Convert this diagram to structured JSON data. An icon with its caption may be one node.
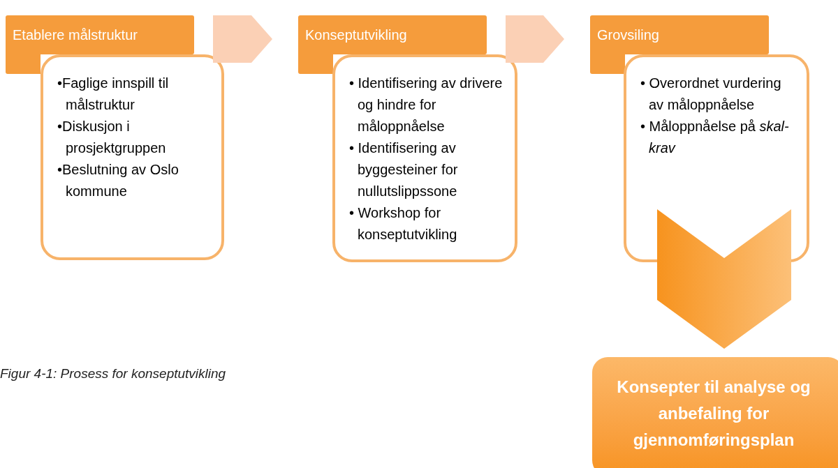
{
  "diagram": {
    "caption": "Figur 4-1: Prosess for konseptutvikling",
    "nodes": [
      {
        "text": [
          "Etablere målstruktur"
        ]
      },
      {
        "text": [
          "•Faglige innspill til målstruktur",
          "•Diskusjon i prosjektgruppen",
          "•Beslutning av Oslo kommune"
        ]
      },
      {
        "text": [
          "Konseptutvikling"
        ]
      },
      {
        "text": [
          "• Identifisering av drivere og hindre for måloppnåelse",
          "• Identifisering av byggesteiner for nullutslippssone",
          "• Workshop for konseptutvikling"
        ]
      },
      {
        "text": [
          "Grovsiling"
        ]
      },
      {
        "text": [
          "• Overordnet vurdering av måloppnåelse",
          "• Måloppnåelse på *skal-krav*"
        ]
      },
      {
        "text": [
          "Konsepter til analyse og anbefaling for gjennomføringsplan"
        ]
      }
    ],
    "edges": [
      {
        "from": 0,
        "to": 2,
        "arrow": "to"
      },
      {
        "from": 2,
        "to": 4,
        "arrow": "to"
      },
      {
        "from": 5,
        "to": 6,
        "arrow": "to"
      }
    ]
  }
}
